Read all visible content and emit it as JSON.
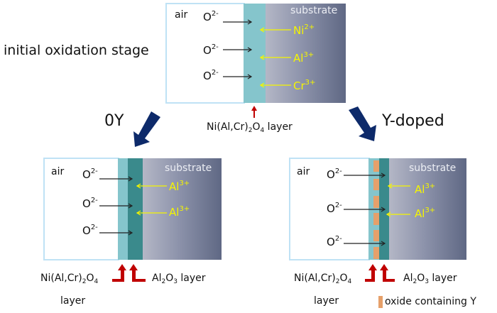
{
  "stage_label": "initial oxidation stage",
  "branches": {
    "left": "0Y",
    "right": "Y-doped"
  },
  "colors": {
    "air_border": "#bfe2f5",
    "spinel_layer": "#85c5cc",
    "alumina_layer": "#3a8a8c",
    "substrate_light": "#b4b7c6",
    "substrate_dark": "#5f6884",
    "cation_text": "#f5f500",
    "pointer_arrow": "#c00000",
    "branch_arrow": "#0d2a6a",
    "y_oxide": "#e6a06a"
  },
  "top_panel": {
    "air_label": "air",
    "substrate_label": "substrate",
    "anions": [
      "O",
      "O",
      "O"
    ],
    "anion_charge": "2-",
    "cations": [
      {
        "symbol": "Ni",
        "charge": "2+"
      },
      {
        "symbol": "Al",
        "charge": "3+"
      },
      {
        "symbol": "Cr",
        "charge": "3+"
      }
    ],
    "layer_label": {
      "pre": "Ni(Al,Cr)",
      "s1": "2",
      "mid": "O",
      "s2": "4",
      "post": " layer"
    }
  },
  "left_panel": {
    "air_label": "air",
    "substrate_label": "substrate",
    "anions": [
      "O",
      "O",
      "O"
    ],
    "anion_charge": "2-",
    "cations": [
      {
        "symbol": "Al",
        "charge": "3+"
      },
      {
        "symbol": "Al",
        "charge": "3+"
      }
    ],
    "spinel_label": {
      "pre": "Ni(Al,Cr)",
      "s1": "2",
      "mid": "O",
      "s2": "4",
      "line2": "layer"
    },
    "alumina_label": {
      "pre": "Al",
      "s1": "2",
      "mid": "O",
      "s2": "3",
      "post": " layer"
    }
  },
  "right_panel": {
    "air_label": "air",
    "substrate_label": "substrate",
    "anions": [
      "O",
      "O",
      "O"
    ],
    "anion_charge": "2-",
    "cations": [
      {
        "symbol": "Al",
        "charge": "3+"
      },
      {
        "symbol": "Al",
        "charge": "3+"
      }
    ],
    "spinel_label": {
      "pre": "Ni(Al,Cr)",
      "s1": "2",
      "mid": "O",
      "s2": "4",
      "line2": "layer"
    },
    "alumina_label": {
      "pre": "Al",
      "s1": "2",
      "mid": "O",
      "s2": "3",
      "post": " layer"
    },
    "legend": {
      "label": "oxide containing Y"
    }
  }
}
